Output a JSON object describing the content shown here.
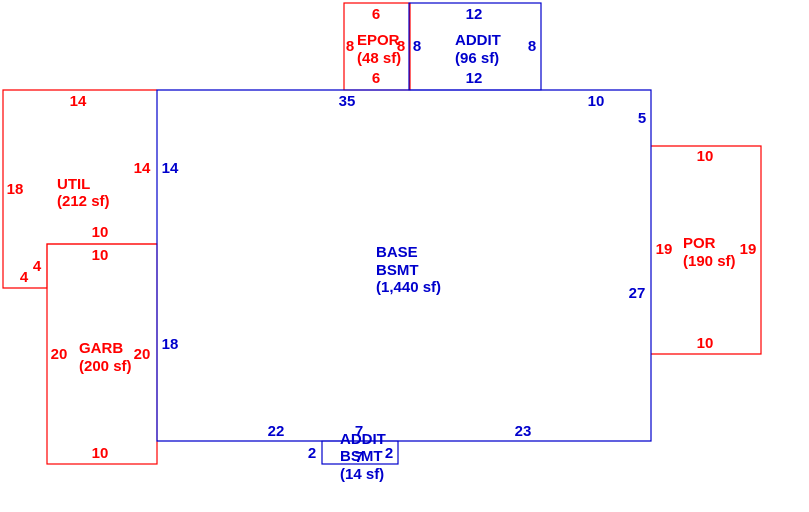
{
  "colors": {
    "red": "#ff0000",
    "blue": "#0000cc"
  },
  "areas": {
    "epor": {
      "name": "EPOR",
      "area": "(48 sf)",
      "color": "red"
    },
    "addit_top": {
      "name": "ADDIT",
      "area": "(96 sf)",
      "color": "blue"
    },
    "util": {
      "name": "UTIL",
      "area": "(212 sf)",
      "color": "red"
    },
    "base": {
      "name1": "BASE",
      "name2": "BSMT",
      "area": "(1,440 sf)",
      "color": "blue"
    },
    "por": {
      "name": "POR",
      "area": "(190 sf)",
      "color": "red"
    },
    "garb": {
      "name": "GARB",
      "area": "(200 sf)",
      "color": "red"
    },
    "addit_bottom": {
      "name1": "ADDIT",
      "name2": "BSMT",
      "area": "(14 sf)",
      "color": "blue"
    }
  },
  "dimensions": {
    "epor_top": "6",
    "epor_bottom": "6",
    "epor_left": "8",
    "epor_right": "8",
    "addit_top": "12",
    "addit_bottom": "12",
    "addit_left": "8",
    "addit_right": "8",
    "base_top": "35",
    "base_top_right": "10",
    "base_right_upper": "5",
    "base_right": "27",
    "base_bottom_left": "22",
    "base_bottom_right": "23",
    "base_left_upper": "14",
    "base_left_lower": "18",
    "util_top": "14",
    "util_left": "18",
    "util_right": "14",
    "util_bottom": "10",
    "util_notch_a": "4",
    "util_notch_b": "4",
    "garb_top": "10",
    "garb_bottom": "10",
    "garb_left": "20",
    "garb_right": "20",
    "por_top": "10",
    "por_bottom": "10",
    "por_left": "19",
    "por_right": "19",
    "addit2_top": "7",
    "addit2_left": "2",
    "addit2_right": "2",
    "addit2_bottom": "7"
  }
}
